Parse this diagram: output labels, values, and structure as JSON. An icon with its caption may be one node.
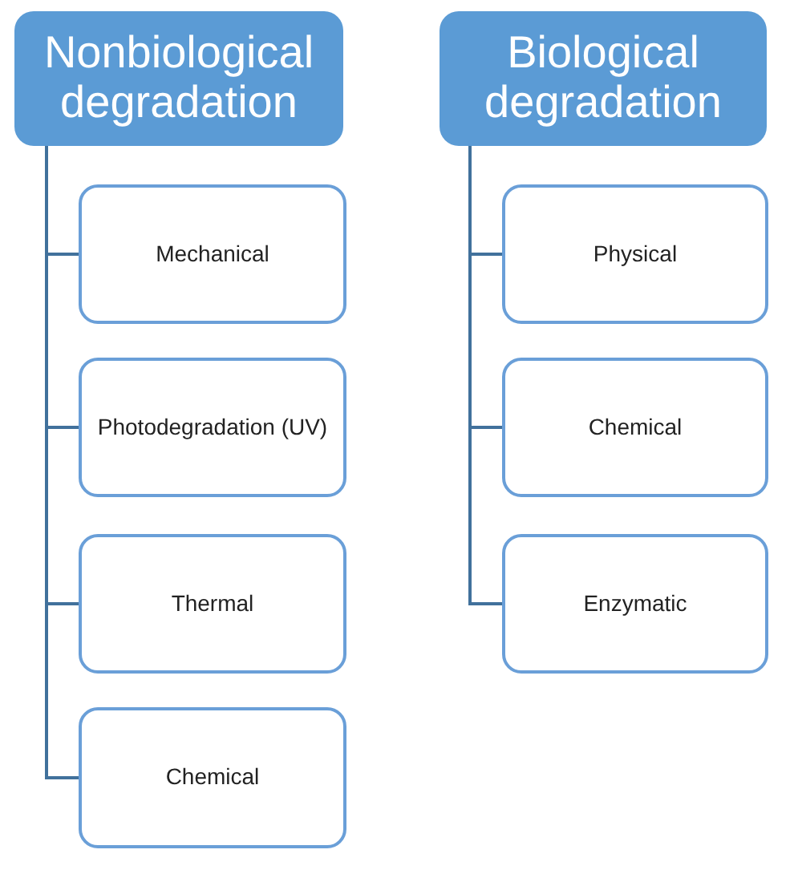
{
  "diagram": {
    "nodes": [
      {
        "text": [
          "Nonbiological degradation"
        ]
      },
      {
        "text": [
          "Mechanical"
        ]
      },
      {
        "text": [
          "Photodegradation (UV)"
        ]
      },
      {
        "text": [
          "Thermal"
        ]
      },
      {
        "text": [
          "Chemical"
        ]
      },
      {
        "text": [
          "Biological degradation"
        ]
      },
      {
        "text": [
          "Physical"
        ]
      },
      {
        "text": [
          "Chemical"
        ]
      },
      {
        "text": [
          "Enzymatic"
        ]
      }
    ],
    "edges": [
      {
        "from": 0,
        "to": 1,
        "arrow": "none"
      },
      {
        "from": 0,
        "to": 2,
        "arrow": "none"
      },
      {
        "from": 0,
        "to": 3,
        "arrow": "none"
      },
      {
        "from": 0,
        "to": 4,
        "arrow": "none"
      },
      {
        "from": 5,
        "to": 6,
        "arrow": "none"
      },
      {
        "from": 5,
        "to": 7,
        "arrow": "none"
      },
      {
        "from": 5,
        "to": 8,
        "arrow": "none"
      }
    ]
  }
}
